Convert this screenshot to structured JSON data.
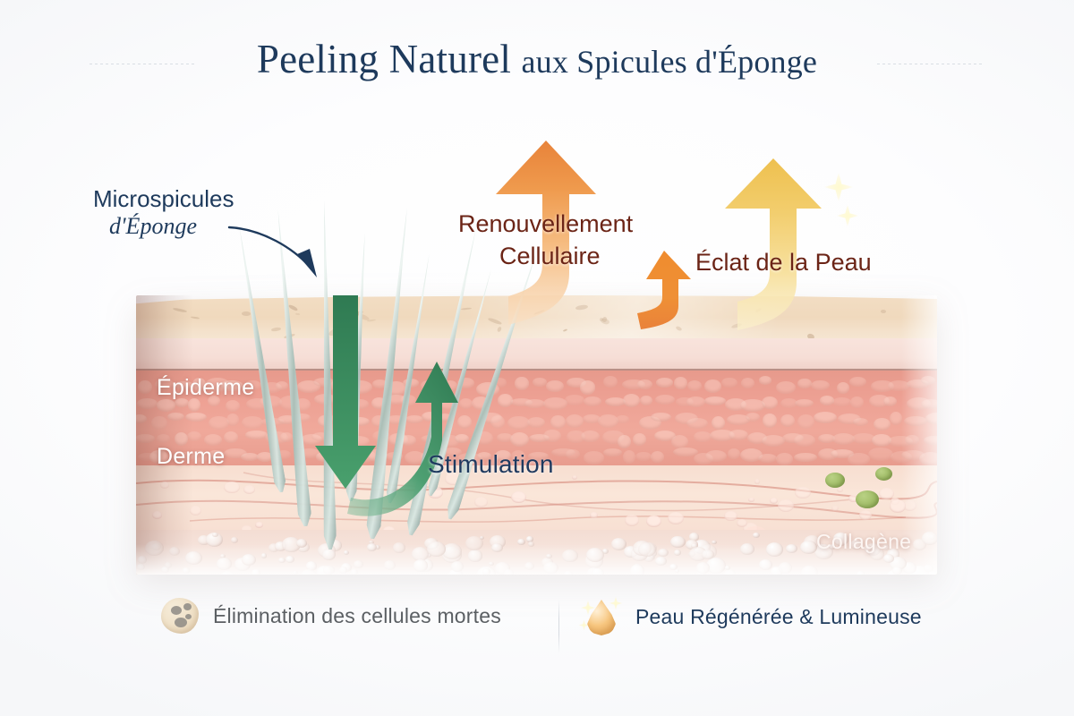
{
  "page": {
    "title_main": "Peeling Naturel",
    "title_rest": "aux Spicules d'Éponge",
    "title_full": "Peeling Naturel aux Spicules d'Éponge"
  },
  "callout": {
    "line1": "Microspicules",
    "line2": "d'Éponge",
    "arrow_name": "curved-pointer-arrow"
  },
  "diagram": {
    "layers": [
      {
        "id": "epiderme",
        "label": "Épiderme",
        "color": "#ea9d90"
      },
      {
        "id": "derme",
        "label": "Derme",
        "color": "#f8e1d4"
      },
      {
        "id": "collagene",
        "label": "Collagène",
        "color": "#f4ddd3"
      }
    ],
    "stimulation_label": "Stimulation",
    "green_arrow_color": "#3c8c5f",
    "spicule_color": "#cfe0da",
    "spicule_count": 9
  },
  "benefits": [
    {
      "id": "renouvellement",
      "line1": "Renouvellement",
      "line2": "Cellulaire",
      "arrow_color": "#e8933c",
      "text_color": "#6b2416"
    },
    {
      "id": "eclat",
      "line1": "Éclat de la Peau",
      "line2": "",
      "arrow_color": "#edc45a",
      "text_color": "#6b2416"
    }
  ],
  "legend": [
    {
      "id": "elimination",
      "label": "Élimination des cellules mortes",
      "icon": "dead-cells-icon",
      "color": "#5b5f63"
    },
    {
      "id": "regeneration",
      "label": "Peau Régénérée & Lumineuse",
      "icon": "glow-droplet-icon",
      "color": "#1e3a5c"
    }
  ],
  "colors": {
    "title": "#1e3a5c",
    "accent_orange": "#e8933c",
    "accent_gold": "#edc45a",
    "accent_green": "#3c8c5f",
    "accent_maroon": "#6b2416",
    "background": "#ffffff"
  }
}
